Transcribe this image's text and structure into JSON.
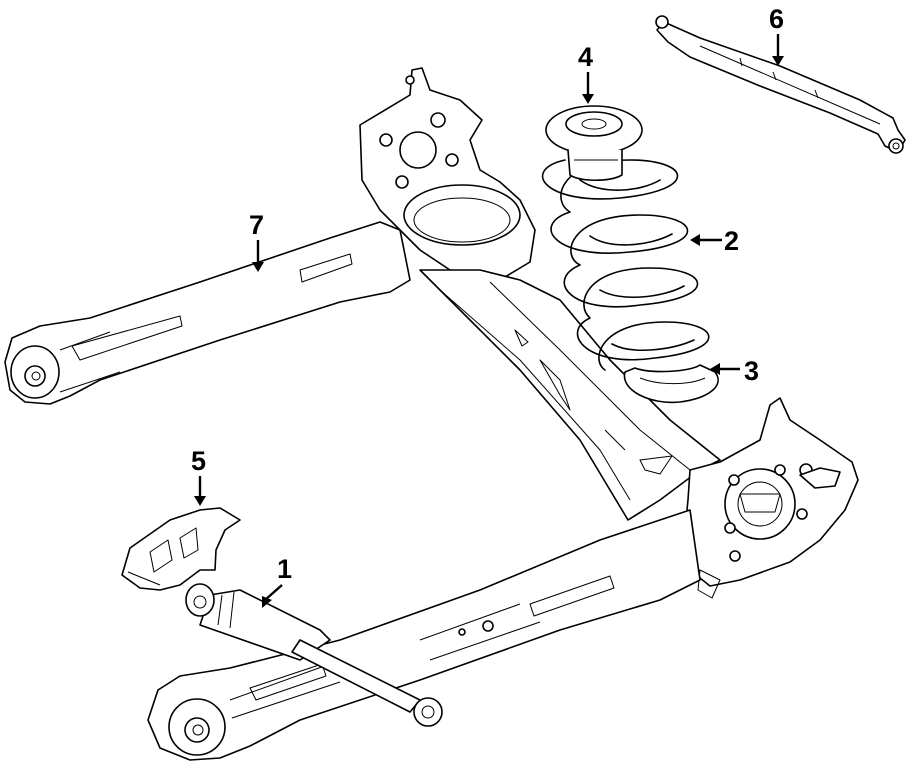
{
  "diagram": {
    "type": "exploded-parts-diagram",
    "callouts": [
      {
        "id": "1",
        "label": "1",
        "part": "shock-absorber"
      },
      {
        "id": "2",
        "label": "2",
        "part": "coil-spring"
      },
      {
        "id": "3",
        "label": "3",
        "part": "lower-spring-insulator"
      },
      {
        "id": "4",
        "label": "4",
        "part": "upper-spring-insulator"
      },
      {
        "id": "5",
        "label": "5",
        "part": "shock-mount-bracket"
      },
      {
        "id": "6",
        "label": "6",
        "part": "lateral-link"
      },
      {
        "id": "7",
        "label": "7",
        "part": "rear-axle-beam"
      }
    ]
  }
}
